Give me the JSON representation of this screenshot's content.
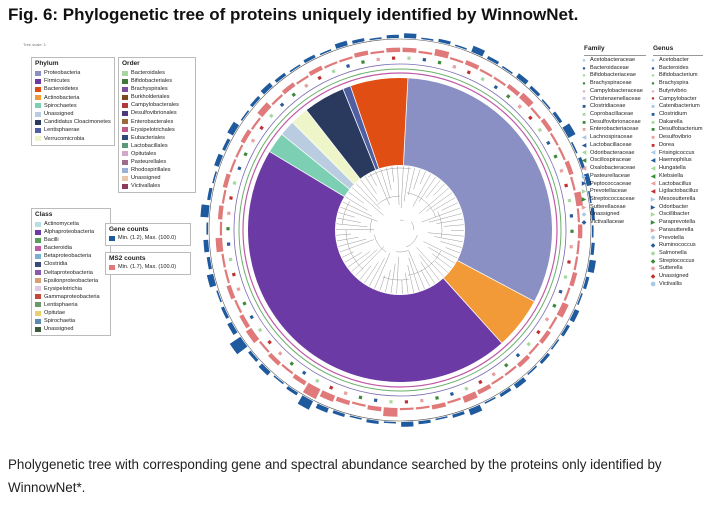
{
  "figure": {
    "title": "Fig. 6: Phylogenetic tree of proteins uniquely identified by WinnowNet.",
    "tree_scale": "Tree scale: 1",
    "caption": "Pholygenetic tree with corresponding gene and spectral abundance searched by the proteins only identified by WinnowNet*."
  },
  "legend_phylum": {
    "title": "Phylum",
    "items": [
      {
        "label": "Proteobacteria",
        "color": "#8a8fc4"
      },
      {
        "label": "Firmicutes",
        "color": "#6c3aa5"
      },
      {
        "label": "Bacteroidetes",
        "color": "#e04e13"
      },
      {
        "label": "Actinobacteria",
        "color": "#f29a37"
      },
      {
        "label": "Spirochaetes",
        "color": "#7ccfb3"
      },
      {
        "label": "Unassigned",
        "color": "#b9cce0"
      },
      {
        "label": "Candidatus Cloacimonetes",
        "color": "#293a5e"
      },
      {
        "label": "Lentisphaerae",
        "color": "#4f5fa2"
      },
      {
        "label": "Verrucomicrobia",
        "color": "#edf5c9"
      }
    ]
  },
  "legend_order": {
    "title": "Order",
    "items": [
      {
        "label": "Bacteroidales",
        "color": "#a8d8a0"
      },
      {
        "label": "Bifidobacteriales",
        "color": "#3e7a3a"
      },
      {
        "label": "Brachyspirales",
        "color": "#7b4ea0"
      },
      {
        "label": "Burkholderiales",
        "color": "#7a4a1e"
      },
      {
        "label": "Campylobacterales",
        "color": "#b03a3a"
      },
      {
        "label": "Desulfovibrionales",
        "color": "#4a3a80"
      },
      {
        "label": "Enterobacterales",
        "color": "#9a6a3a"
      },
      {
        "label": "Erysipelotrichales",
        "color": "#c05a8a"
      },
      {
        "label": "Eubacteriales",
        "color": "#2e4a7a"
      },
      {
        "label": "Lactobacillales",
        "color": "#5a9a7a"
      },
      {
        "label": "Opitutales",
        "color": "#d0a8c8"
      },
      {
        "label": "Pasteurellales",
        "color": "#a06a8a"
      },
      {
        "label": "Rhodospirillales",
        "color": "#9ab0d8"
      },
      {
        "label": "Unassigned",
        "color": "#e8c8a8"
      },
      {
        "label": "Victivallales",
        "color": "#8a3a5a"
      }
    ]
  },
  "legend_class": {
    "title": "Class",
    "items": [
      {
        "label": "Actinomycetia",
        "color": "#b8dfe6"
      },
      {
        "label": "Alphaproteobacteria",
        "color": "#6c3aa5"
      },
      {
        "label": "Bacilli",
        "color": "#5aa05a"
      },
      {
        "label": "Bacteroidia",
        "color": "#c05aa8"
      },
      {
        "label": "Betaproteobacteria",
        "color": "#7ab0d0"
      },
      {
        "label": "Clostridia",
        "color": "#3a4a7a"
      },
      {
        "label": "Deltaproteobacteria",
        "color": "#8a5ab0"
      },
      {
        "label": "Epsilonproteobacteria",
        "color": "#d8a070"
      },
      {
        "label": "Erysipelotrichia",
        "color": "#e0c8e0"
      },
      {
        "label": "Gammaproteobacteria",
        "color": "#c04a3a"
      },
      {
        "label": "Lentisphaeria",
        "color": "#6a9a6a"
      },
      {
        "label": "Opitutae",
        "color": "#e8d070"
      },
      {
        "label": "Spirochaetia",
        "color": "#5a8ab0"
      },
      {
        "label": "Unassigned",
        "color": "#3a5a3a"
      }
    ]
  },
  "legend_gene": {
    "title": "Gene counts",
    "range": "Min. (1.2), Max. (100.0)",
    "color": "#1f5a9e"
  },
  "legend_ms2": {
    "title": "MS2 counts",
    "range": "Min. (1.7), Max. (100.0)",
    "color": "#e07a7a"
  },
  "legend_family": {
    "title": "Family",
    "items": [
      {
        "label": "Acetobacteraceae",
        "color": "#a8c8e8",
        "glyph": "●"
      },
      {
        "label": "Bacteroidaceae",
        "color": "#2a5a9a",
        "glyph": "●"
      },
      {
        "label": "Bifidobacteriaceae",
        "color": "#a8d8a0",
        "glyph": "●"
      },
      {
        "label": "Brachyspiraceae",
        "color": "#3a8a3a",
        "glyph": "●"
      },
      {
        "label": "Campylobacteraceae",
        "color": "#e8b0b0",
        "glyph": "●"
      },
      {
        "label": "Christensenellaceae",
        "color": "#c8c8e0",
        "glyph": "■"
      },
      {
        "label": "Clostridiaceae",
        "color": "#2a5a9a",
        "glyph": "■"
      },
      {
        "label": "Coprobacillaceae",
        "color": "#a8d8a0",
        "glyph": "■"
      },
      {
        "label": "Desulfovibrionaceae",
        "color": "#3a8a3a",
        "glyph": "■"
      },
      {
        "label": "Enterobacteriaceae",
        "color": "#e8a0a0",
        "glyph": "■"
      },
      {
        "label": "Lachnospiraceae",
        "color": "#a8c8e8",
        "glyph": "◀"
      },
      {
        "label": "Lactobacillaceae",
        "color": "#2a5a9a",
        "glyph": "◀"
      },
      {
        "label": "Odoribacteraceae",
        "color": "#a8d8a0",
        "glyph": "◀"
      },
      {
        "label": "Oscillospiraceae",
        "color": "#3a8a3a",
        "glyph": "◀"
      },
      {
        "label": "Oxalobacteraceae",
        "color": "#e8a0a0",
        "glyph": "◀"
      },
      {
        "label": "Pasteurellaceae",
        "color": "#a8c8e8",
        "glyph": "▶"
      },
      {
        "label": "Peptococcaceae",
        "color": "#2a5a9a",
        "glyph": "▶"
      },
      {
        "label": "Prevotellaceae",
        "color": "#a8d8a0",
        "glyph": "▶"
      },
      {
        "label": "Streptococcaceae",
        "color": "#3a8a3a",
        "glyph": "▶"
      },
      {
        "label": "Sutterellaceae",
        "color": "#e8a0a0",
        "glyph": "▶"
      },
      {
        "label": "Unassigned",
        "color": "#a8c8e8",
        "glyph": "◆"
      },
      {
        "label": "Victivallaceae",
        "color": "#2a5a9a",
        "glyph": "◆"
      }
    ]
  },
  "legend_genus": {
    "title": "Genus",
    "items": [
      {
        "label": "Acetobacter",
        "color": "#a8c8e8",
        "glyph": "●"
      },
      {
        "label": "Bacteroides",
        "color": "#2a5a9a",
        "glyph": "●"
      },
      {
        "label": "Bifidobacterium",
        "color": "#a8d8a0",
        "glyph": "●"
      },
      {
        "label": "Brachyspira",
        "color": "#3a8a3a",
        "glyph": "●"
      },
      {
        "label": "Butyrivibrio",
        "color": "#e8b0b0",
        "glyph": "●"
      },
      {
        "label": "Campylobacter",
        "color": "#c03030",
        "glyph": "●"
      },
      {
        "label": "Catenibacterium",
        "color": "#a8c8e8",
        "glyph": "■"
      },
      {
        "label": "Clostridium",
        "color": "#2a5a9a",
        "glyph": "■"
      },
      {
        "label": "Dakarella",
        "color": "#a8d8a0",
        "glyph": "■"
      },
      {
        "label": "Desulfobacterium",
        "color": "#3a8a3a",
        "glyph": "■"
      },
      {
        "label": "Desulfovibrio",
        "color": "#e8a0a0",
        "glyph": "■"
      },
      {
        "label": "Dorea",
        "color": "#c03030",
        "glyph": "■"
      },
      {
        "label": "Frisingicoccus",
        "color": "#a8c8e8",
        "glyph": "◀"
      },
      {
        "label": "Haemophilus",
        "color": "#2a5a9a",
        "glyph": "◀"
      },
      {
        "label": "Hungatella",
        "color": "#a8d8a0",
        "glyph": "◀"
      },
      {
        "label": "Klebsiella",
        "color": "#3a8a3a",
        "glyph": "◀"
      },
      {
        "label": "Lactobacillus",
        "color": "#e8a0a0",
        "glyph": "◀"
      },
      {
        "label": "Ligilactobacillus",
        "color": "#c03030",
        "glyph": "◀"
      },
      {
        "label": "Mesosutterella",
        "color": "#a8c8e8",
        "glyph": "▶"
      },
      {
        "label": "Odoribacter",
        "color": "#2a5a9a",
        "glyph": "▶"
      },
      {
        "label": "Oscillibacter",
        "color": "#a8d8a0",
        "glyph": "▶"
      },
      {
        "label": "Paraprevotella",
        "color": "#3a8a3a",
        "glyph": "▶"
      },
      {
        "label": "Parasutterella",
        "color": "#e8a0a0",
        "glyph": "▶"
      },
      {
        "label": "Prevotella",
        "color": "#a8c8e8",
        "glyph": "◆"
      },
      {
        "label": "Ruminococcus",
        "color": "#2a5a9a",
        "glyph": "◆"
      },
      {
        "label": "Salmonella",
        "color": "#a8d8a0",
        "glyph": "◆"
      },
      {
        "label": "Streptococcus",
        "color": "#3a8a3a",
        "glyph": "◆"
      },
      {
        "label": "Sutterella",
        "color": "#e8a0a0",
        "glyph": "◆"
      },
      {
        "label": "Unassigned",
        "color": "#c03030",
        "glyph": "◆"
      },
      {
        "label": "Victivallis",
        "color": "#a8c8e8",
        "glyph": "⬢"
      }
    ]
  },
  "ring": {
    "sectors": [
      {
        "phylum": "Proteobacteria",
        "start_deg": 3,
        "end_deg": 118
      },
      {
        "phylum": "Actinobacteria",
        "start_deg": 118,
        "end_deg": 138
      },
      {
        "phylum": "Firmicutes",
        "start_deg": 138,
        "end_deg": 301
      },
      {
        "phylum": "Spirochaetes",
        "start_deg": 301,
        "end_deg": 309
      },
      {
        "phylum": "Unassigned",
        "start_deg": 309,
        "end_deg": 315
      },
      {
        "phylum": "Verrucomicrobia",
        "start_deg": 315,
        "end_deg": 322
      },
      {
        "phylum": "Candidatus Cloacimonetes",
        "start_deg": 322,
        "end_deg": 338
      },
      {
        "phylum": "Lentisphaerae",
        "start_deg": 338,
        "end_deg": 341
      },
      {
        "phylum": "Bacteroidetes",
        "start_deg": 341,
        "end_deg": 363
      }
    ],
    "blue_bars": [
      3,
      1,
      2,
      1,
      4,
      2,
      1,
      3,
      2,
      1,
      2,
      5,
      1,
      2,
      3,
      1,
      2,
      1,
      2,
      4,
      2,
      1,
      3,
      2,
      1,
      2,
      1,
      3,
      2,
      1,
      4,
      2,
      1,
      2,
      3,
      1,
      2,
      1,
      2,
      3,
      6,
      2,
      1,
      3,
      2,
      8,
      3,
      2,
      1,
      4,
      2,
      3,
      1,
      5,
      2,
      1,
      3,
      2,
      4,
      1,
      2,
      3,
      2,
      1,
      2,
      1,
      3,
      2,
      1,
      2
    ],
    "pink_bars": [
      2,
      1,
      3,
      1,
      2,
      1,
      1,
      2,
      3,
      1,
      2,
      1,
      1,
      2,
      1,
      3,
      1,
      2,
      1,
      1,
      2,
      1,
      3,
      1,
      2,
      1,
      2,
      1,
      1,
      2,
      3,
      1,
      2,
      1,
      1,
      4,
      2,
      1,
      2,
      3,
      5,
      2,
      1,
      2,
      1,
      3,
      2,
      1,
      2,
      1,
      1,
      3,
      1,
      2,
      1,
      2,
      1,
      1,
      2,
      1,
      3,
      1,
      2,
      1,
      2,
      1,
      1,
      2,
      1,
      2
    ]
  }
}
